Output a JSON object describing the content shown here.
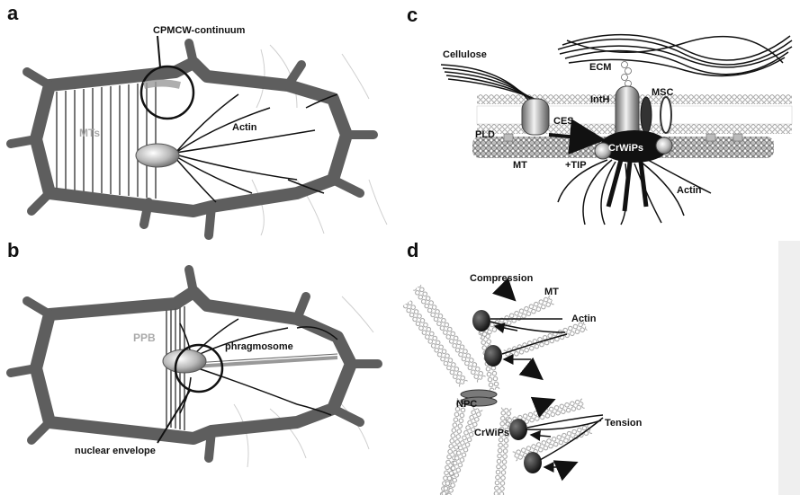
{
  "panels": {
    "a": {
      "letter": "a",
      "labels": {
        "continuum": "CPMCW-continuum",
        "mts": "MTs",
        "actin": "Actin"
      }
    },
    "b": {
      "letter": "b",
      "labels": {
        "ppb": "PPB",
        "phragmosome": "phragmosome",
        "nuclear_envelope": "nuclear envelope"
      }
    },
    "c": {
      "letter": "c",
      "labels": {
        "cellulose": "Cellulose",
        "ecm": "ECM",
        "inth": "IntH",
        "msc": "MSC",
        "ces": "CES",
        "pld": "PLD",
        "crwips": "CrWiPs",
        "mt": "MT",
        "tip": "+TIP",
        "actin": "Actin"
      }
    },
    "d": {
      "letter": "d",
      "labels": {
        "compression": "Compression",
        "mt": "MT",
        "actin": "Actin",
        "npc": "NPC",
        "tension": "Tension",
        "crwips": "CrWiPs"
      }
    }
  },
  "colors": {
    "wall": "#5e5e5e",
    "mt": "#555555",
    "actin": "#111111",
    "membrane": "#bcbcbc",
    "grey_panel": "#efefef"
  }
}
